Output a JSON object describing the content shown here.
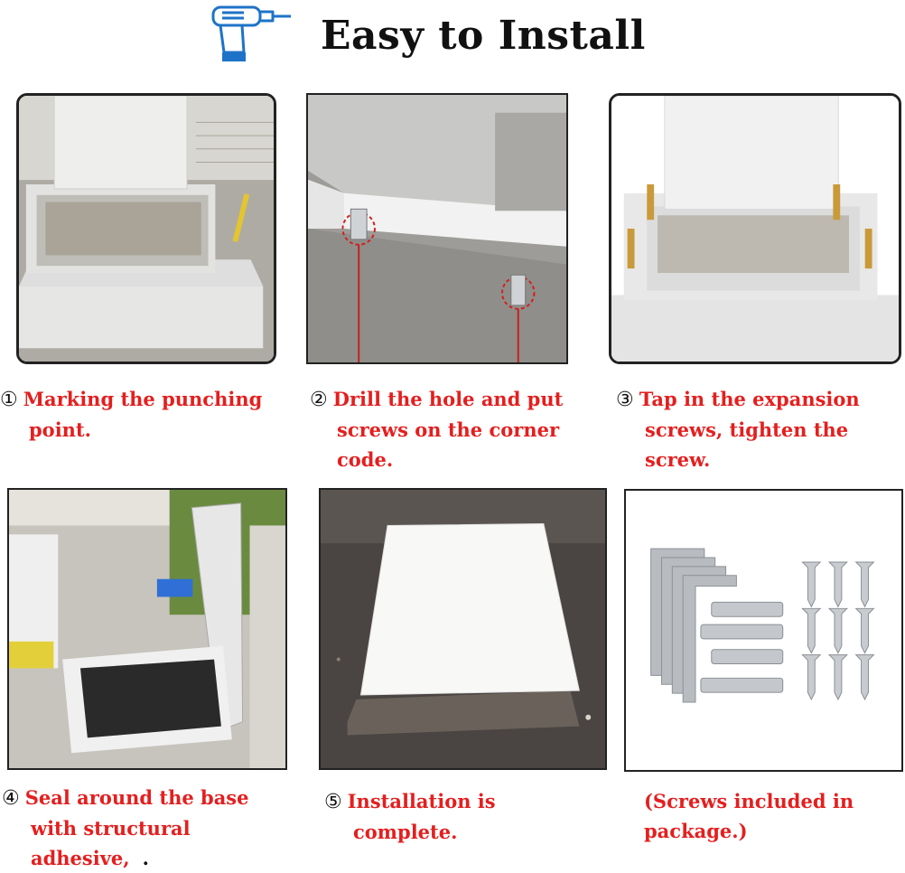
{
  "header": {
    "title": "Easy to Install",
    "icon": "drill-icon"
  },
  "steps": [
    {
      "num": "①",
      "lines": [
        "Marking the punching",
        "point."
      ]
    },
    {
      "num": "②",
      "lines": [
        "Drill the hole and put",
        "screws on the corner",
        "code."
      ]
    },
    {
      "num": "③",
      "lines": [
        "Tap in the expansion",
        "screws, tighten the",
        "screw."
      ]
    },
    {
      "num": "④",
      "lines": [
        "Seal around the base",
        "with structural",
        "adhesive,"
      ],
      "dot": "."
    },
    {
      "num": "⑤",
      "lines": [
        "Installation is",
        "complete."
      ]
    },
    {
      "num": "",
      "lines": [
        "(Screws included in",
        "package.)"
      ]
    }
  ],
  "colors": {
    "caption": "#e41f1f",
    "icon": "#1e73c8"
  }
}
